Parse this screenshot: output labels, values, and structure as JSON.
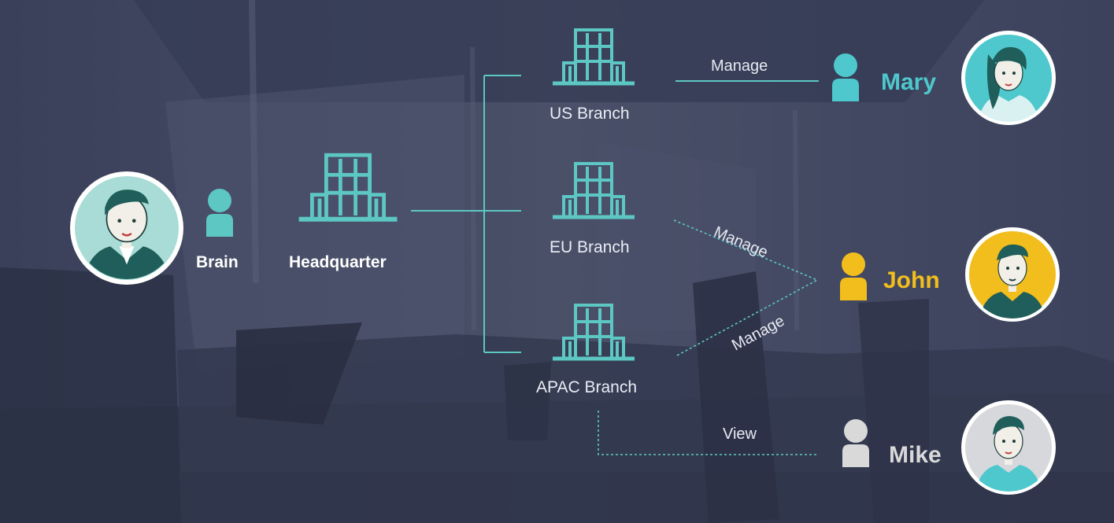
{
  "colors": {
    "backdrop": "#3f4661",
    "accent": "#5cc7c3",
    "mary": "#4ec8cc",
    "john": "#f2be1d",
    "mike": "#d9d9d9",
    "text": "#e9edf4"
  },
  "people": {
    "brain": {
      "name": "Brain",
      "role_icon": "person-icon",
      "avatar": "avatar-illustration"
    },
    "mary": {
      "name": "Mary",
      "role_icon": "person-icon",
      "avatar": "avatar-illustration"
    },
    "john": {
      "name": "John",
      "role_icon": "person-icon",
      "avatar": "avatar-illustration"
    },
    "mike": {
      "name": "Mike",
      "role_icon": "person-icon",
      "avatar": "avatar-illustration"
    }
  },
  "nodes": {
    "headquarter": "Headquarter",
    "us": "US Branch",
    "eu": "EU Branch",
    "apac": "APAC Branch"
  },
  "relations": {
    "us_mary": "Manage",
    "eu_john": "Manage",
    "apac_john": "Manage",
    "apac_mike": "View"
  }
}
